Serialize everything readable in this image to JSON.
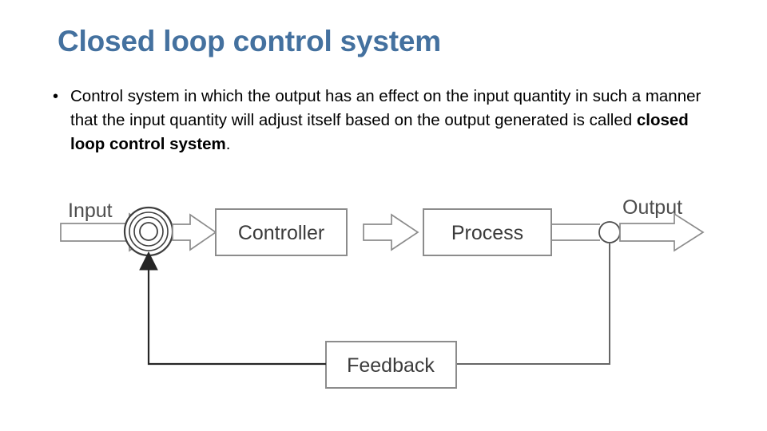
{
  "slide": {
    "title": "Closed loop control system",
    "title_color": "#44719F",
    "background_color": "#ffffff"
  },
  "body": {
    "bullet_marker": "•",
    "text_parts": [
      {
        "text": "Control system in which the output has an effect on the input quantity in such a manner that the input quantity will adjust itself based on the output generated is called ",
        "bold": false
      },
      {
        "text": "closed loop control system",
        "bold": true
      },
      {
        "text": ".",
        "bold": false
      }
    ]
  },
  "diagram": {
    "type": "block-diagram",
    "line_color": "#7f7f7f",
    "dark_line_color": "#262626",
    "label_color": "#4d4d4d",
    "fill_color": "#ffffff",
    "labels": {
      "input": "Input",
      "output": "Output"
    },
    "blocks": [
      {
        "id": "controller",
        "label": "Controller"
      },
      {
        "id": "process",
        "label": "Process"
      },
      {
        "id": "feedback",
        "label": "Feedback"
      }
    ],
    "nodes": [
      {
        "id": "summing-junction",
        "shape": "concentric-circles",
        "rings": 4
      },
      {
        "id": "takeoff-point",
        "shape": "circle"
      }
    ],
    "connectors": [
      {
        "id": "input-arrow",
        "style": "block-arrow",
        "direction": "right"
      },
      {
        "id": "junction-to-controller-arrow",
        "style": "block-arrow",
        "direction": "right"
      },
      {
        "id": "controller-to-process-arrow",
        "style": "block-arrow",
        "direction": "right"
      },
      {
        "id": "process-to-takeoff-line",
        "style": "double-line",
        "direction": "right"
      },
      {
        "id": "output-arrow",
        "style": "block-arrow",
        "direction": "right"
      },
      {
        "id": "takeoff-to-feedback-line",
        "style": "line",
        "direction": "down-left"
      },
      {
        "id": "feedback-to-junction-arrow",
        "style": "line-with-arrowhead",
        "direction": "left-up"
      }
    ]
  }
}
